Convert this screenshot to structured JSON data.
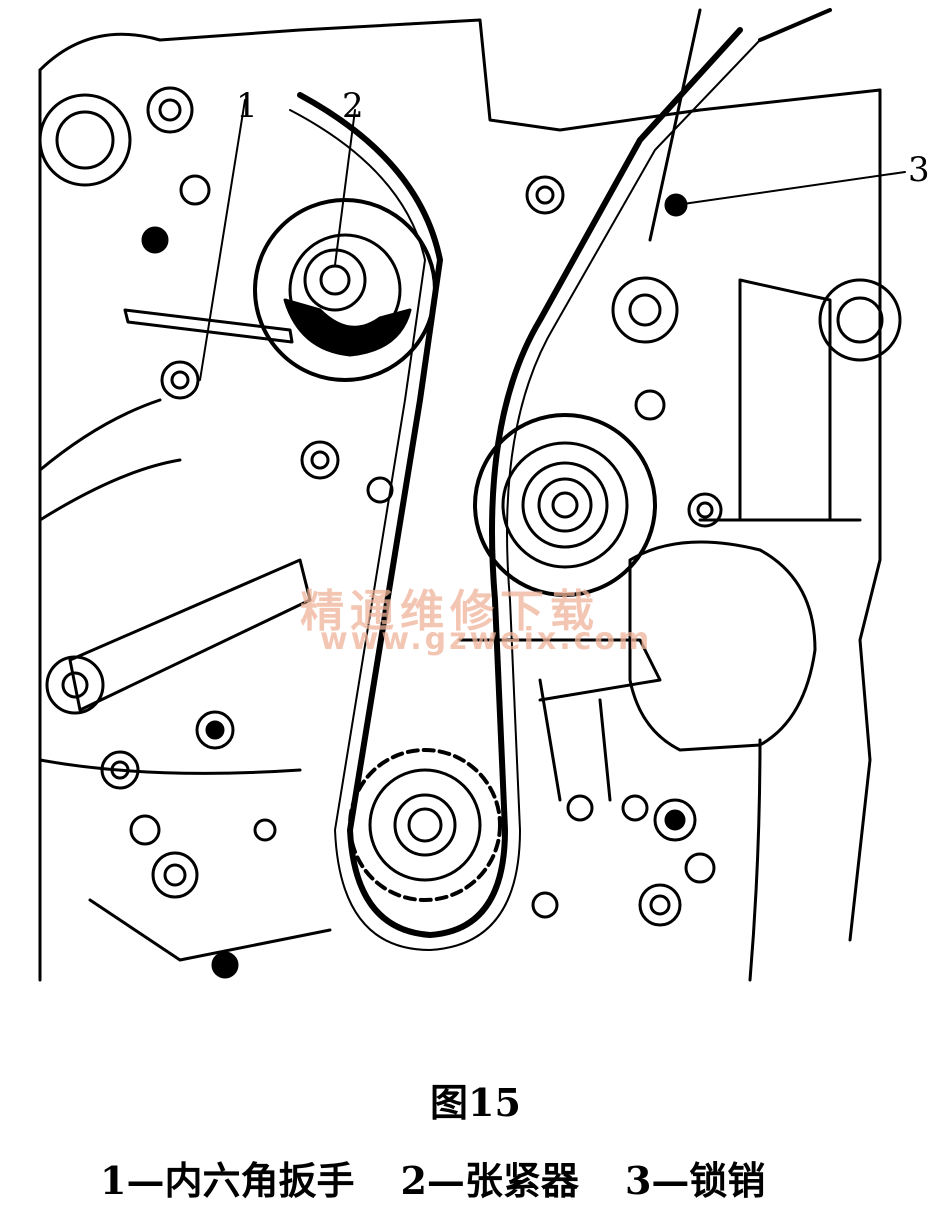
{
  "callouts": [
    "1",
    "2",
    "3"
  ],
  "watermark": {
    "text": "精通维修下载",
    "url": "www.gzweix.com",
    "color": "#f0b49a"
  },
  "figure_title": "图15",
  "legend": [
    {
      "num": "1",
      "label": "内六角扳手"
    },
    {
      "num": "2",
      "label": "张紧器"
    },
    {
      "num": "3",
      "label": "锁销"
    }
  ]
}
